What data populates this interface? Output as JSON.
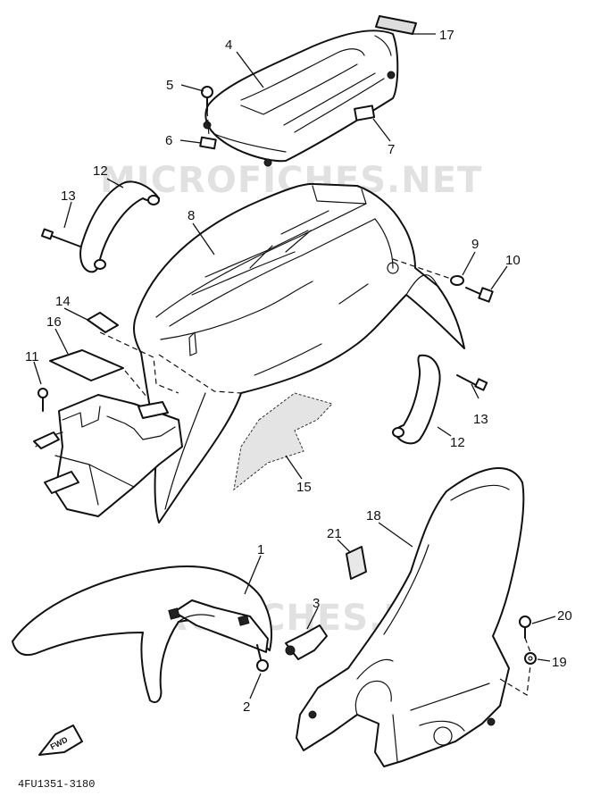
{
  "watermark": "MICROFICHES.NET",
  "drawing_code": "4FU1351-3180",
  "fwd_label": "FWD",
  "callouts": {
    "c1": "1",
    "c2": "2",
    "c3": "3",
    "c4": "4",
    "c5": "5",
    "c6": "6",
    "c7": "7",
    "c8": "8",
    "c9": "9",
    "c10": "10",
    "c11": "11",
    "c12a": "12",
    "c12b": "12",
    "c13a": "13",
    "c13b": "13",
    "c14": "14",
    "c15": "15",
    "c16": "16",
    "c17": "17",
    "c18": "18",
    "c19": "19",
    "c20": "20",
    "c21": "21"
  }
}
